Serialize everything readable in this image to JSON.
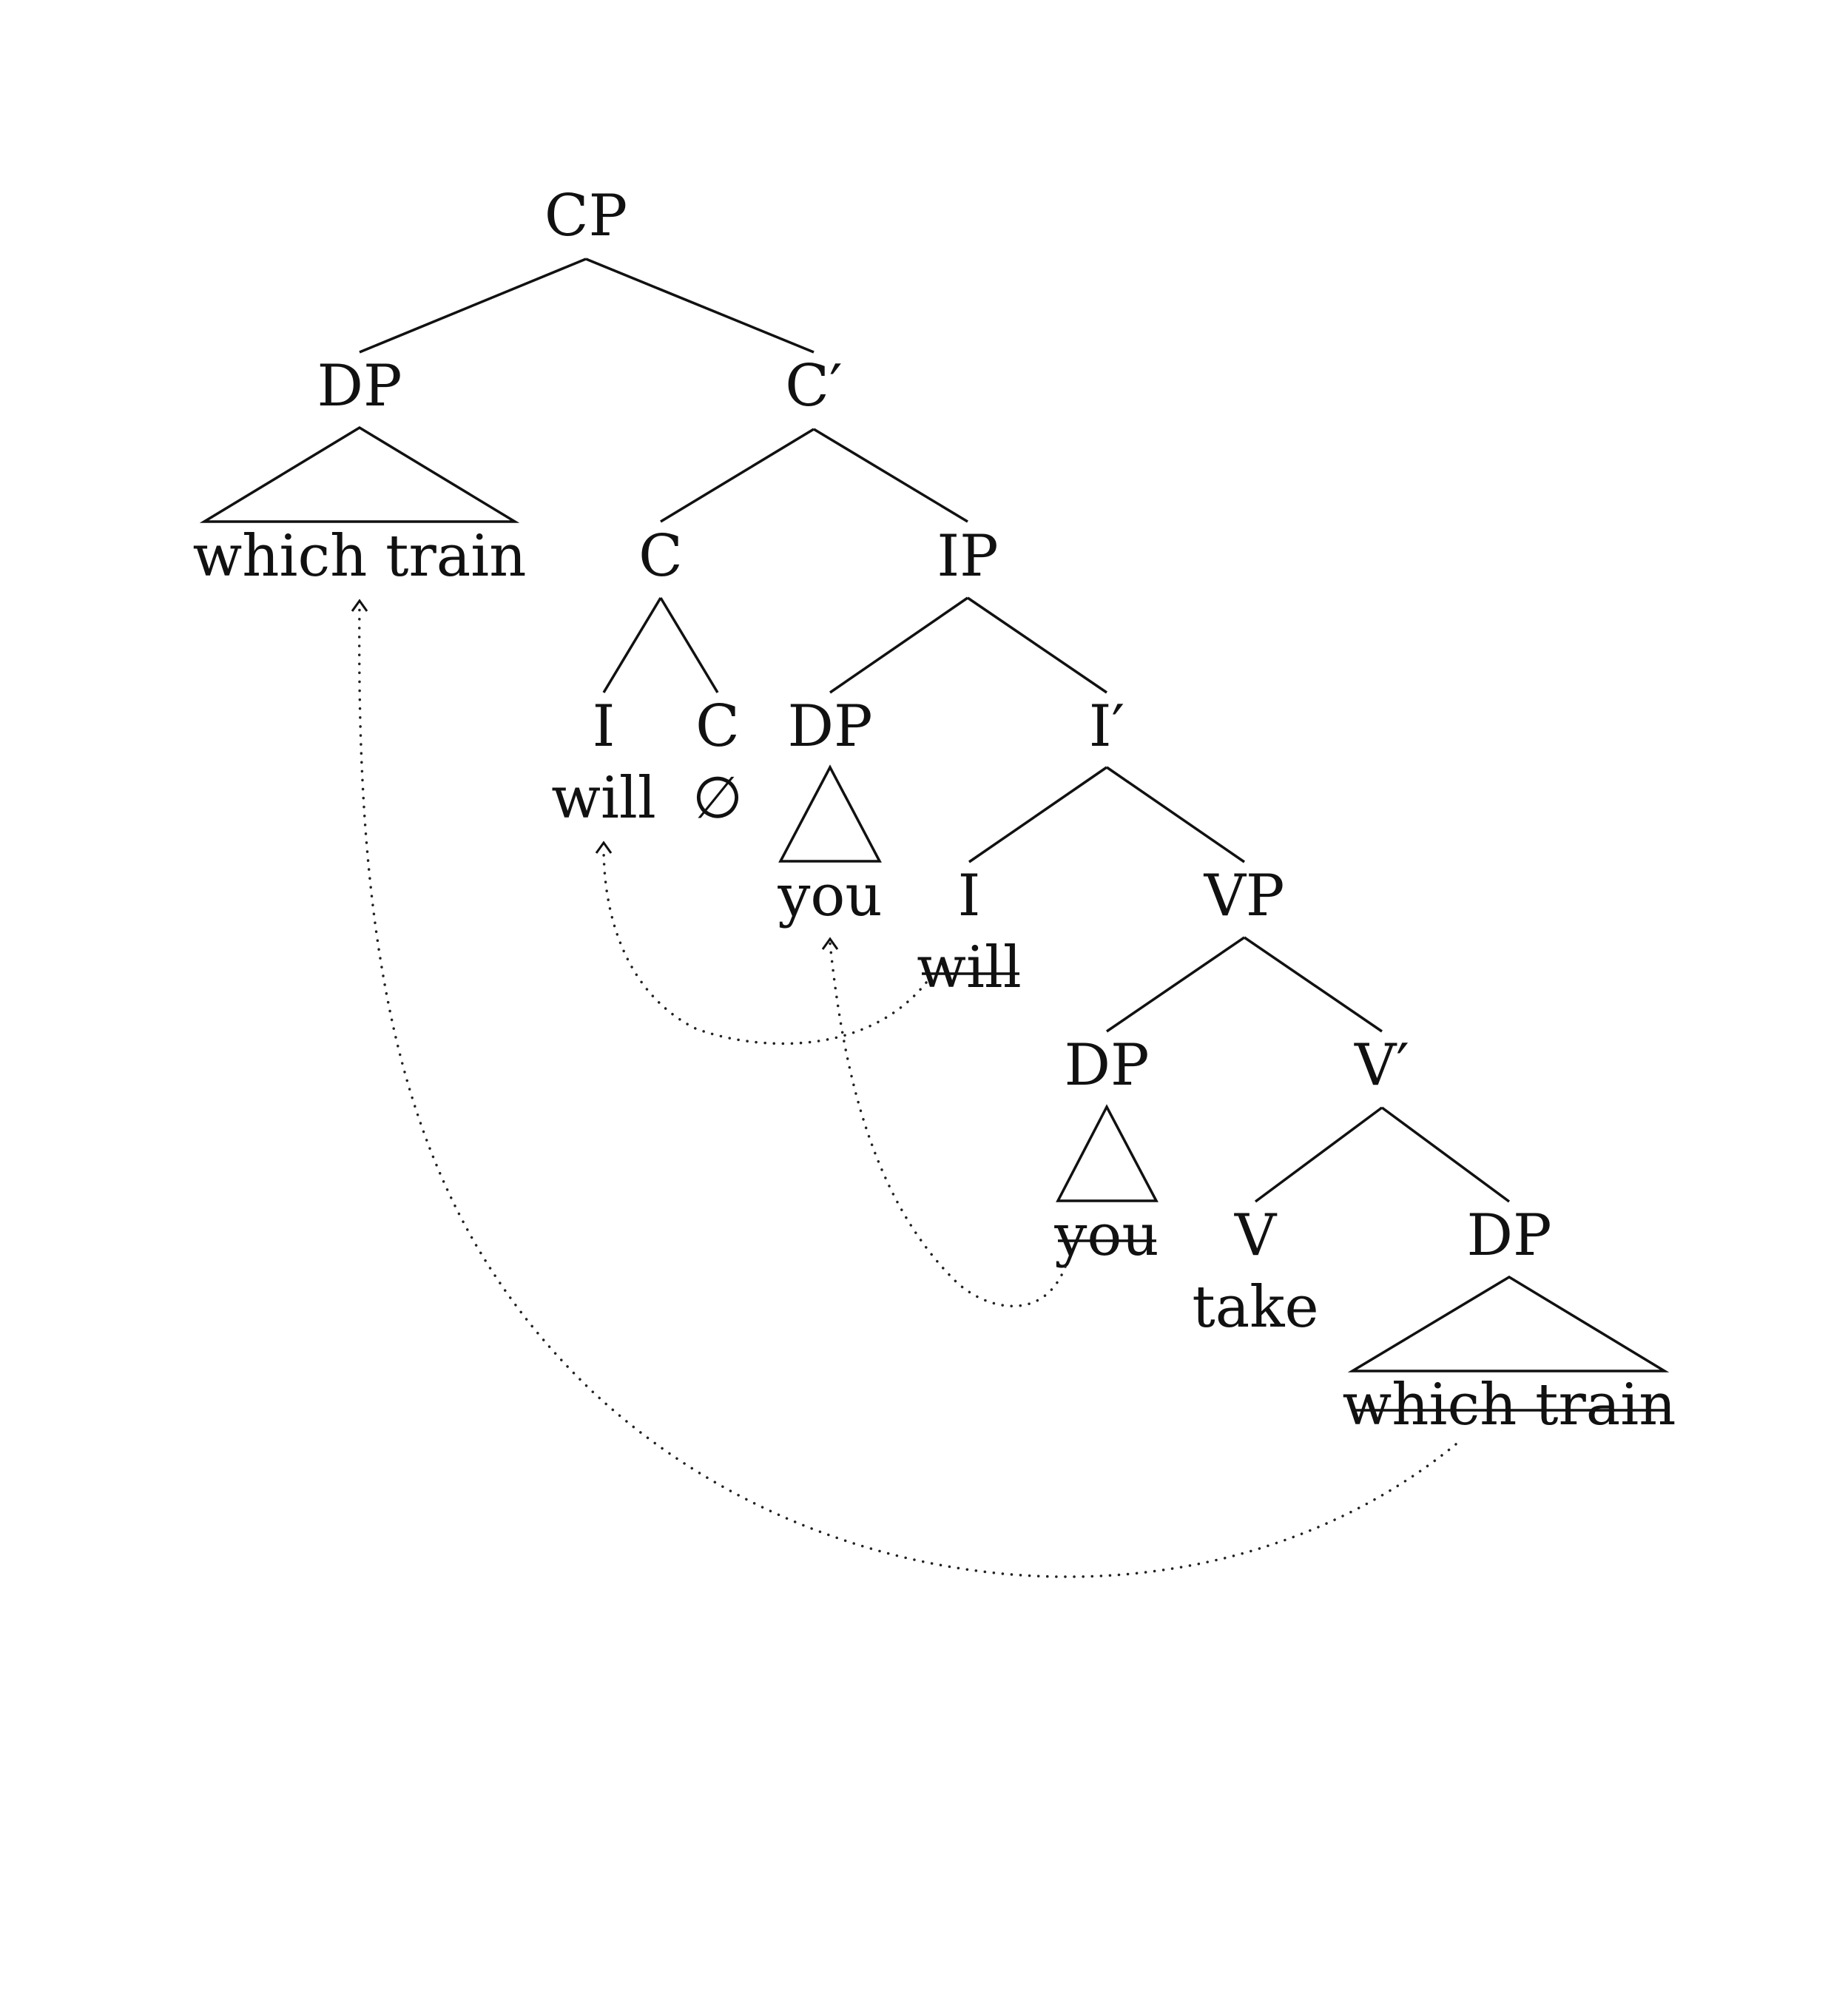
{
  "tree": {
    "cp": "CP",
    "dp_spec": "DP",
    "dp_spec_yield": "which train",
    "c_bar": "C′",
    "c": "C",
    "ip": "IP",
    "c_i": "I",
    "c_i_word": "will",
    "c_c": "C",
    "c_c_word": "∅",
    "ip_dp": "DP",
    "ip_dp_yield": "you",
    "i_bar": "I′",
    "i": "I",
    "i_word": "will",
    "vp": "VP",
    "vp_dp": "DP",
    "vp_dp_yield": "you",
    "v_bar": "V′",
    "v": "V",
    "v_word": "take",
    "obj_dp": "DP",
    "obj_dp_yield": "which train"
  }
}
